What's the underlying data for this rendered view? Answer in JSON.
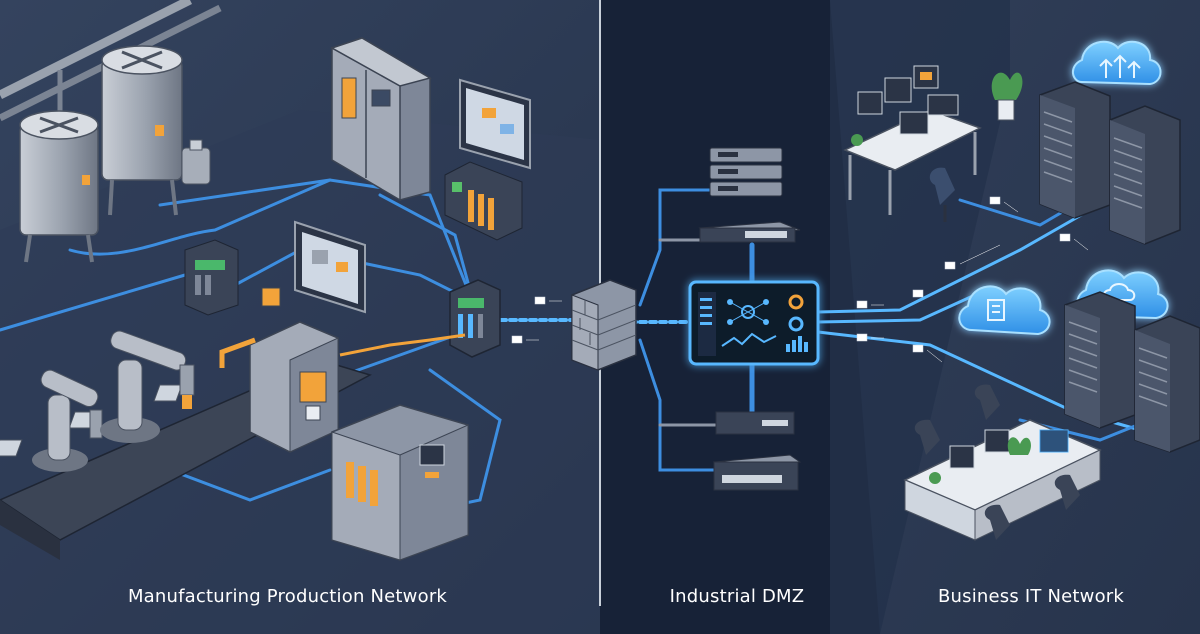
{
  "zones": {
    "manufacturing": {
      "label": "Manufacturing Production Network"
    },
    "dmz": {
      "label": "Industrial DMZ"
    },
    "business": {
      "label": "Business IT Network"
    }
  },
  "colors": {
    "background_left": "#2a3852",
    "background_mid": "#18243a",
    "background_right": "#2c3a54",
    "link_blue": "#3d8ee0",
    "link_glow": "#58b8ff",
    "accent_orange": "#f2a33a",
    "cabinet_gray": "#8d96a6",
    "divider": "#c8d0da"
  },
  "icons": [
    "tank-icon",
    "robot-arm-icon",
    "conveyor-icon",
    "control-cabinet-icon",
    "plc-rack-icon",
    "hmi-display-icon",
    "industrial-switch-icon",
    "firewall-icon",
    "server-icon",
    "network-switch-icon",
    "monitoring-dashboard-icon",
    "cloud-icon",
    "server-rack-icon",
    "workstation-icon",
    "document-packet-icon"
  ]
}
